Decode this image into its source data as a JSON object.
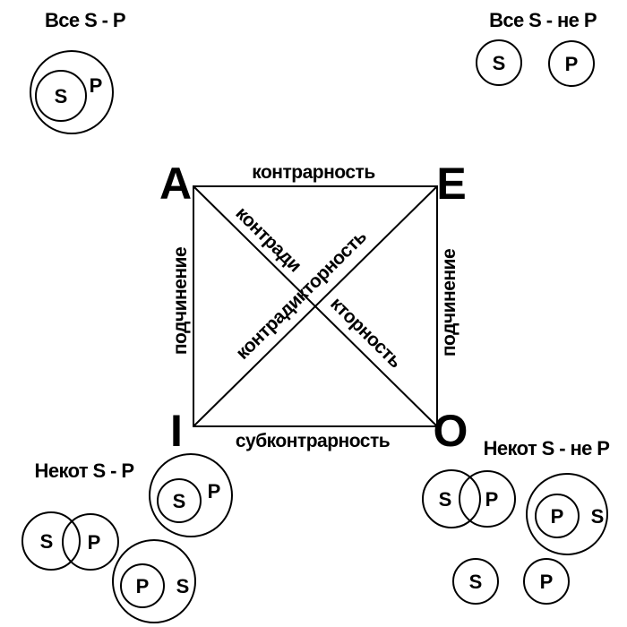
{
  "corners": {
    "a": "A",
    "e": "E",
    "i": "I",
    "o": "O"
  },
  "relations": {
    "top": "контрарность",
    "bottom": "субконтрарность",
    "left": "подчинение",
    "right": "подчинение",
    "diag_ae_upper": "контради",
    "diag_ae_lower": "кторность",
    "diag_io_full": "контрадикторность"
  },
  "captions": {
    "a": "Все S - P",
    "e": "Все S - не P",
    "i": "Некот S - P",
    "o": "Некот S - не P"
  },
  "circle_labels": {
    "s": "S",
    "p": "P"
  }
}
